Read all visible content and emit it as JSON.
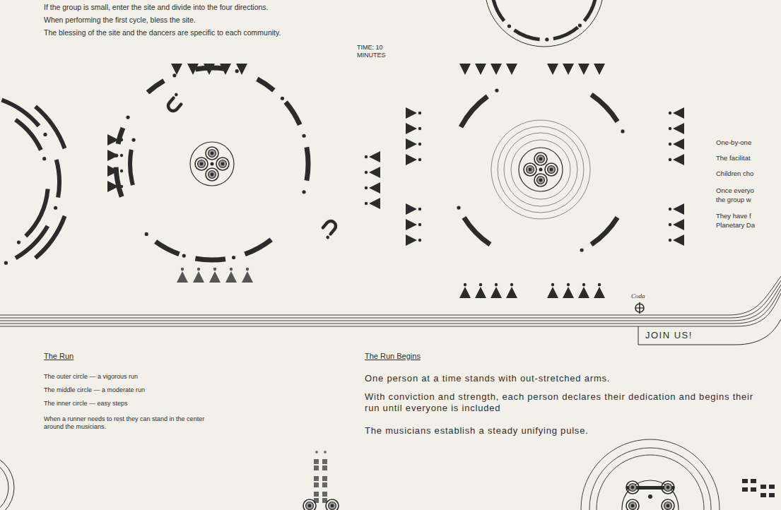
{
  "diagram": {
    "labels": [
      "If the group is small, enter the site and divide into the four directions.",
      "When performing the first cycle, bless the site.",
      "The blessing of the site and the dancers are specific to each community.",
      "TIME: 10 MINUTES",
      "One-by-one",
      "The facilitat",
      "Children cho",
      "Once everyo",
      "the group w",
      "They have f",
      "Planetary Da",
      "Coda",
      "JOIN US!",
      "The Run",
      "The outer circle — a vigorous run",
      "The middle circle — a moderate run",
      "The inner circle — easy steps",
      "When a runner needs to rest they can stand in the center around the musicians.",
      "The Run Begins",
      "One person at a time stands with out-stretched arms.",
      "With conviction and strength, each person declares their dedication and begins their run until everyone is included",
      "The musicians establish a steady unifying pulse."
    ]
  }
}
